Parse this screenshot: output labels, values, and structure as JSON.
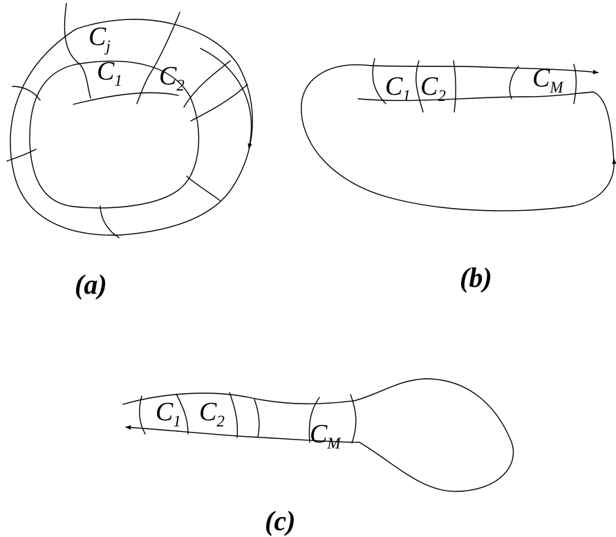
{
  "panels": {
    "a": {
      "caption": "(a)",
      "labels": {
        "cj": {
          "main": "C",
          "sub": "j"
        },
        "c1": {
          "main": "C",
          "sub": "1"
        },
        "c2": {
          "main": "C",
          "sub": "2"
        }
      }
    },
    "b": {
      "caption": "(b)",
      "labels": {
        "c1": {
          "main": "C",
          "sub": "1"
        },
        "c2": {
          "main": "C",
          "sub": "2"
        },
        "cm": {
          "main": "C",
          "sub": "M"
        }
      }
    },
    "c": {
      "caption": "(c)",
      "labels": {
        "c1": {
          "main": "C",
          "sub": "1"
        },
        "c2": {
          "main": "C",
          "sub": "2"
        },
        "cm": {
          "main": "C",
          "sub": "M"
        }
      }
    }
  },
  "colors": {
    "stroke": "#000000",
    "background": "#ffffff"
  }
}
